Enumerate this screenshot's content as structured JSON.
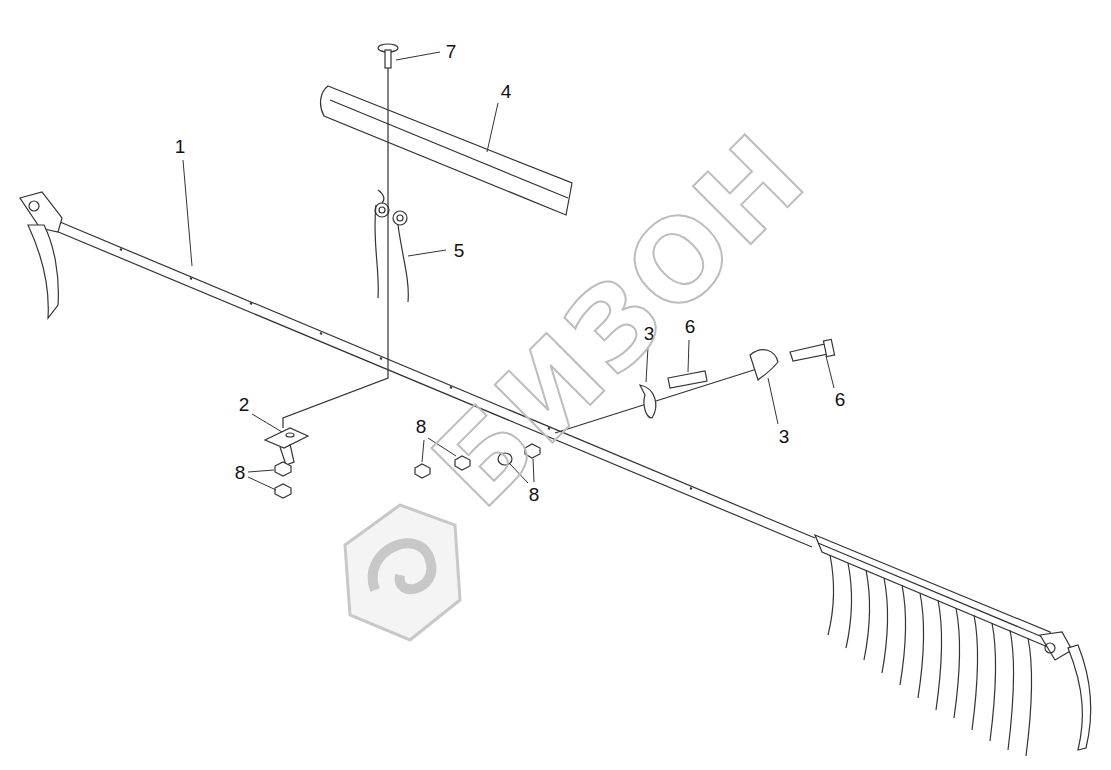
{
  "diagram": {
    "labels": [
      "7",
      "4",
      "1",
      "5",
      "3",
      "6",
      "6",
      "3",
      "2",
      "8",
      "8",
      "8",
      "БИЗОН"
    ]
  }
}
